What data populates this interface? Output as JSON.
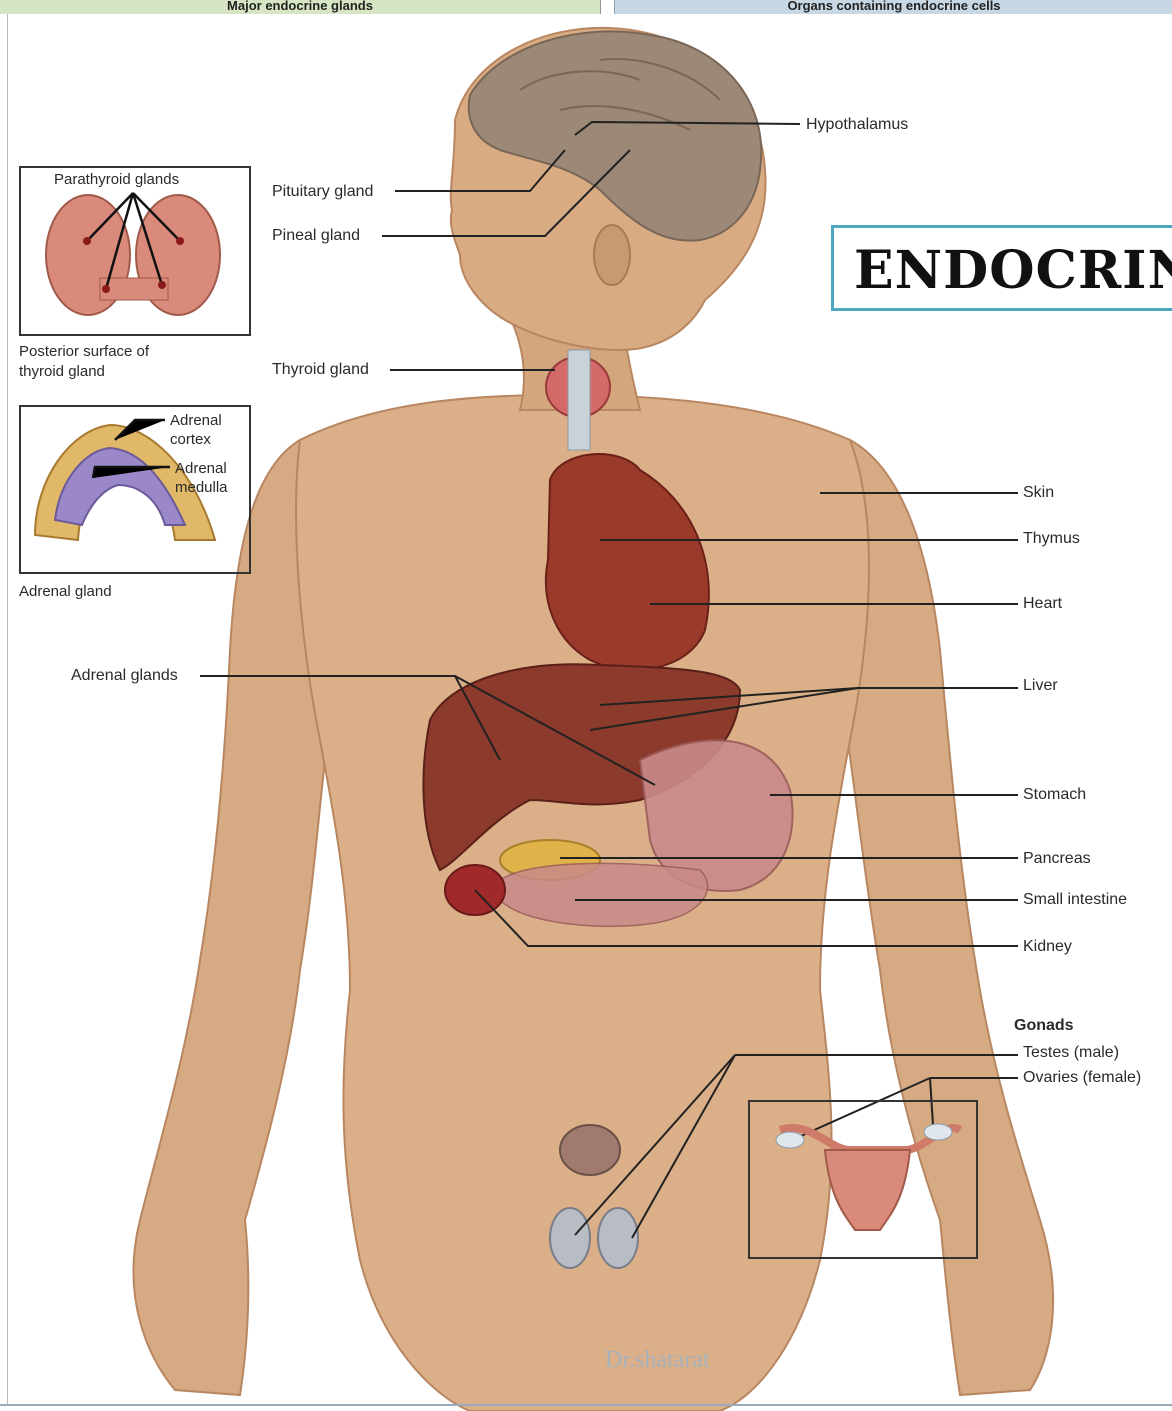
{
  "header": {
    "left": "Major endocrine glands",
    "right": "Organs containing endocrine cells"
  },
  "title": "ENDOCRIN",
  "insets": {
    "parathyroid": {
      "label": "Parathyroid glands",
      "caption": "Posterior surface of thyroid gland",
      "caption_line1": "Posterior surface of",
      "caption_line2": "thyroid gland"
    },
    "adrenal": {
      "cortex_line1": "Adrenal",
      "cortex_line2": "cortex",
      "medulla_line1": "Adrenal",
      "medulla_line2": "medulla",
      "caption": "Adrenal gland"
    }
  },
  "left_labels": {
    "pituitary": "Pituitary gland",
    "pineal": "Pineal gland",
    "thyroid": "Thyroid gland",
    "adrenal_glands": "Adrenal glands"
  },
  "right_labels": {
    "hypothalamus": "Hypothalamus",
    "skin": "Skin",
    "thymus": "Thymus",
    "heart": "Heart",
    "liver": "Liver",
    "stomach": "Stomach",
    "pancreas": "Pancreas",
    "small_intestine": "Small intestine",
    "kidney": "Kidney",
    "gonads": "Gonads",
    "testes": "Testes (male)",
    "ovaries": "Ovaries (female)"
  },
  "watermark": "Dr.shatarat",
  "colors": {
    "skin": "#d9ae86",
    "skin_shadow": "#b88762",
    "hair": "#8a7560",
    "brain": "#9c8877",
    "liver": "#8c3a2c",
    "heart": "#9a3a2a",
    "stomach": "#c98a8a",
    "pancreas": "#e0b24a",
    "thyroid": "#d46a6a",
    "title_border": "#4aa8c0"
  }
}
